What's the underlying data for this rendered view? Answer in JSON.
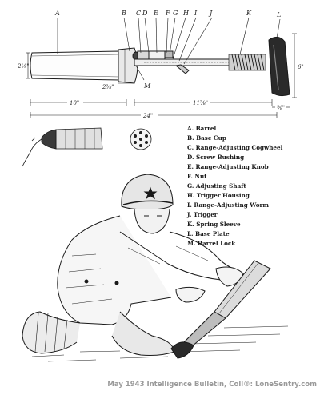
{
  "diagram": {
    "callout_letters": [
      "A",
      "B",
      "C",
      "D",
      "E",
      "F",
      "G",
      "H",
      "I",
      "J",
      "K",
      "L",
      "M"
    ],
    "dimensions": {
      "barrel_diameter": "2⅛\"",
      "cap_diameter": "2⅜\"",
      "plate_height": "6\"",
      "barrel_length": "10\"",
      "mechanism_length": "11⅞\"",
      "overall_length": "24\"",
      "plate_thickness": "⅝\""
    },
    "legend": [
      "A. Barrel",
      "B. Base Cup",
      "C. Range-Adjusting Cogwheel",
      "D. Screw Bushing",
      "E. Range-Adjusting Knob",
      "F. Nut",
      "G. Adjusting Shaft",
      "H. Trigger Housing",
      "I. Range-Adjusting Worm",
      "J. Trigger",
      "K. Spring Sleeve",
      "L. Base Plate",
      "M. Barrel Lock"
    ]
  },
  "caption": "May 1943 Intelligence Bulletin, Coll®: LoneSentry.com",
  "colors": {
    "ink": "#1a1a1a",
    "caption": "#9a9a9a"
  }
}
